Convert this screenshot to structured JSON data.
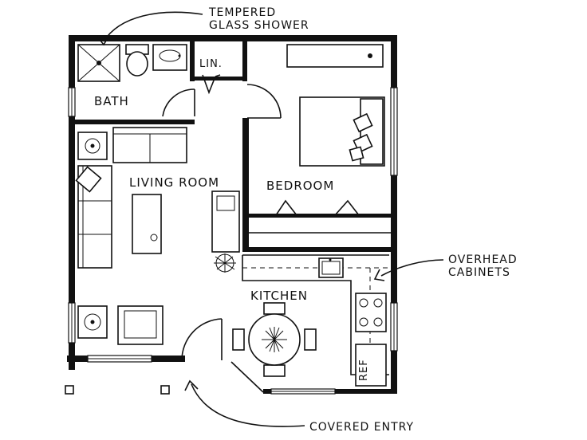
{
  "rooms": {
    "bath": "BATH",
    "linen": "LIN.",
    "living_room": "LIVING ROOM",
    "bedroom": "BEDROOM",
    "kitchen": "KITCHEN",
    "refrigerator": "REF"
  },
  "annotations": {
    "shower_line1": "TEMPERED",
    "shower_line2": "GLASS SHOWER",
    "cabinets_line1": "OVERHEAD",
    "cabinets_line2": "CABINETS",
    "entry": "COVERED ENTRY"
  },
  "colors": {
    "ink": "#111111",
    "paper": "#ffffff"
  }
}
